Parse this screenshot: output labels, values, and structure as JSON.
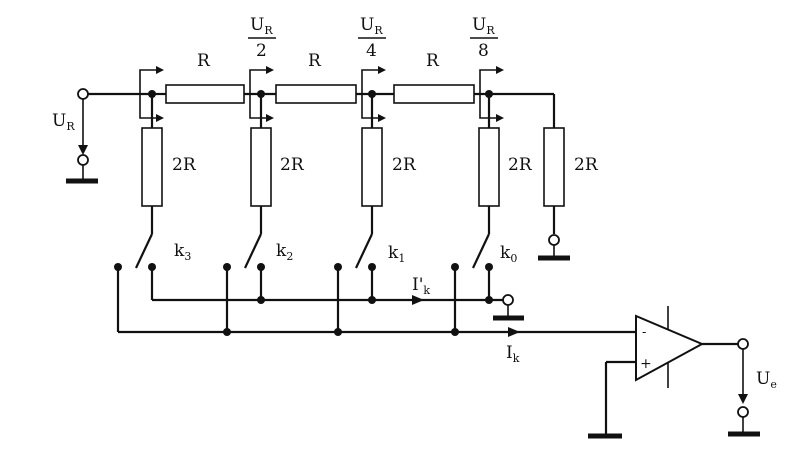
{
  "labels": {
    "input_voltage": "U",
    "input_voltage_sub": "R",
    "node_voltages": [
      {
        "num": "U",
        "num_sub": "R",
        "den": "2"
      },
      {
        "num": "U",
        "num_sub": "R",
        "den": "4"
      },
      {
        "num": "U",
        "num_sub": "R",
        "den": "8"
      }
    ],
    "series_resistors": [
      "R",
      "R",
      "R"
    ],
    "shunt_resistors": [
      "2R",
      "2R",
      "2R",
      "2R",
      "2R"
    ],
    "switches": [
      {
        "name": "k",
        "sub": "3"
      },
      {
        "name": "k",
        "sub": "2"
      },
      {
        "name": "k",
        "sub": "1"
      },
      {
        "name": "k",
        "sub": "0"
      }
    ],
    "current_ground_bus": "I'",
    "current_ground_bus_sub": "k",
    "current_opamp_bus": "I",
    "current_opamp_bus_sub": "k",
    "opamp_inverting": "-",
    "opamp_noninverting": "+",
    "output_voltage": "U",
    "output_voltage_sub": "e"
  }
}
